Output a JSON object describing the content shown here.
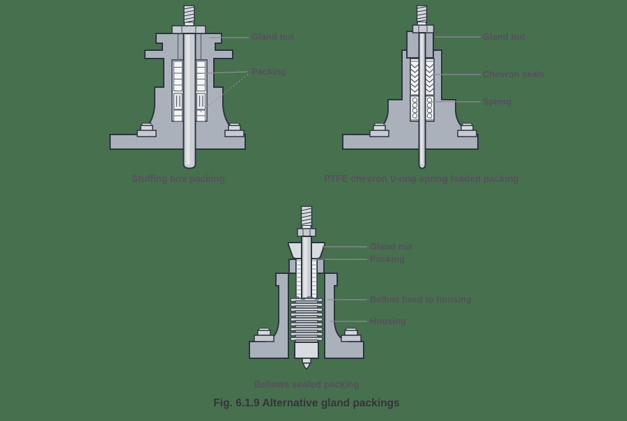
{
  "figure": {
    "caption": "Fig. 6.1.9 Alternative gland packings"
  },
  "diagrams": [
    {
      "caption": "Stuffing box packing",
      "labels": {
        "gland_nut": "Gland nut",
        "packing": "Packing"
      }
    },
    {
      "caption": "PTFE chevron V-ring spring loaded packing",
      "labels": {
        "gland_nut": "Gland nut",
        "chevron_seals": "Chevron seals",
        "spring": "Spring"
      }
    },
    {
      "caption": "Bellows sealed packing",
      "labels": {
        "gland_nut": "Gland nut",
        "packing": "Packing",
        "bellow_fixed": "Bellow fixed to housing",
        "housing": "Housing"
      }
    }
  ],
  "colors": {
    "background": "#47714e",
    "label_text": "#56505e",
    "caption_text": "#56505e",
    "figure_caption_text": "#37323c",
    "leader_line": "#8f8a96",
    "valve_outline": "#2b3540",
    "valve_body": "#abb1ba",
    "valve_stem": "#cbcfd4",
    "packing_white": "#f0f1f3",
    "bellows_metal": "#d6d9dc"
  }
}
